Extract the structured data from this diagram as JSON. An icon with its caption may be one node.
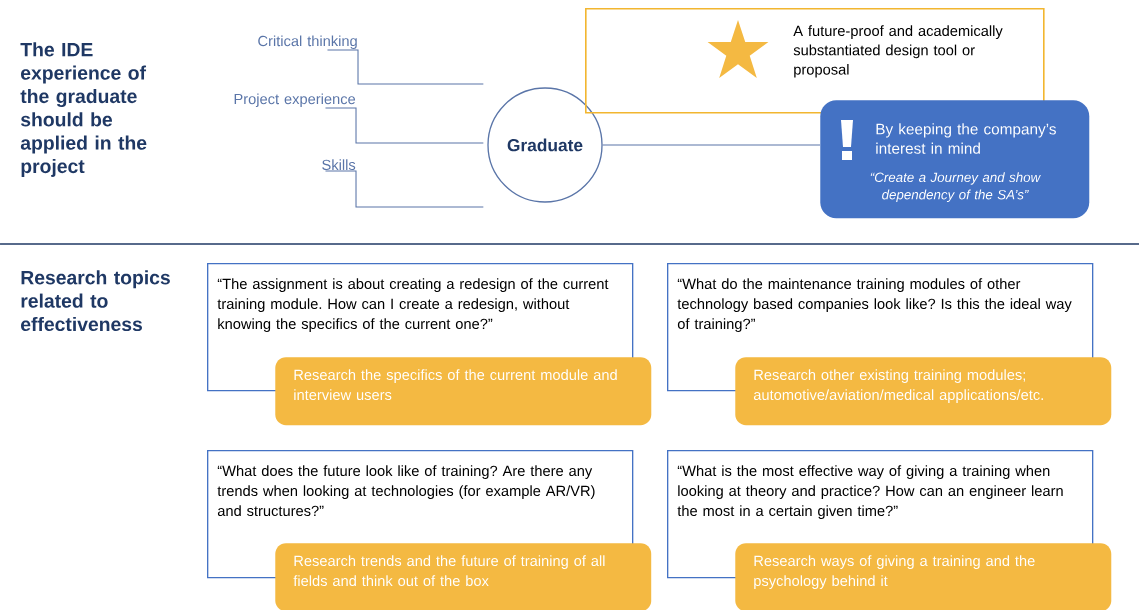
{
  "diagram": {
    "nodes": [
      {
        "text": [
          "Critical thinking"
        ]
      },
      {
        "text": [
          "Project experience"
        ]
      },
      {
        "text": [
          "Skills"
        ]
      },
      {
        "text": [
          "Graduate"
        ]
      },
      {
        "text": [
          "A future-proof and academically substantiated design tool or proposal"
        ]
      },
      {
        "text": [
          "By keeping the company’s interest in mind",
          "“Create a Journey and show dependency of the SA’s”"
        ]
      },
      {
        "text": [
          "“The assignment is about creating a redesign of the current training module. How can I create a redesign, without knowing the specifics of the current one?”"
        ]
      },
      {
        "text": [
          "Research the specifics of the current module and interview users"
        ]
      },
      {
        "text": [
          "“What do the maintenance training modules of other technology based companies look like? Is this the ideal way of training?”"
        ]
      },
      {
        "text": [
          "Research other existing training modules; automotive/aviation/medical applications/etc."
        ]
      },
      {
        "text": [
          "“What does the future look like of training? Are there any trends when looking at technologies (for example AR/VR) and structures?”"
        ]
      },
      {
        "text": [
          "Research trends and the future of training of all fields and think out of the box"
        ]
      },
      {
        "text": [
          "“What is the most effective way of giving a training when looking at theory and practice? How can an engineer learn the most in a certain given time?”"
        ]
      },
      {
        "text": [
          "Research ways of giving a training and the psychology behind it"
        ]
      }
    ],
    "edges": [
      {
        "from": 0,
        "to": 3,
        "arrow": "none"
      },
      {
        "from": 1,
        "to": 3,
        "arrow": "none"
      },
      {
        "from": 2,
        "to": 3,
        "arrow": "none"
      },
      {
        "from": 3,
        "to": 5,
        "arrow": "none"
      }
    ],
    "labels": [
      "The IDE experience of the graduate should be applied in the project",
      "Research topics related to effectiveness"
    ]
  }
}
